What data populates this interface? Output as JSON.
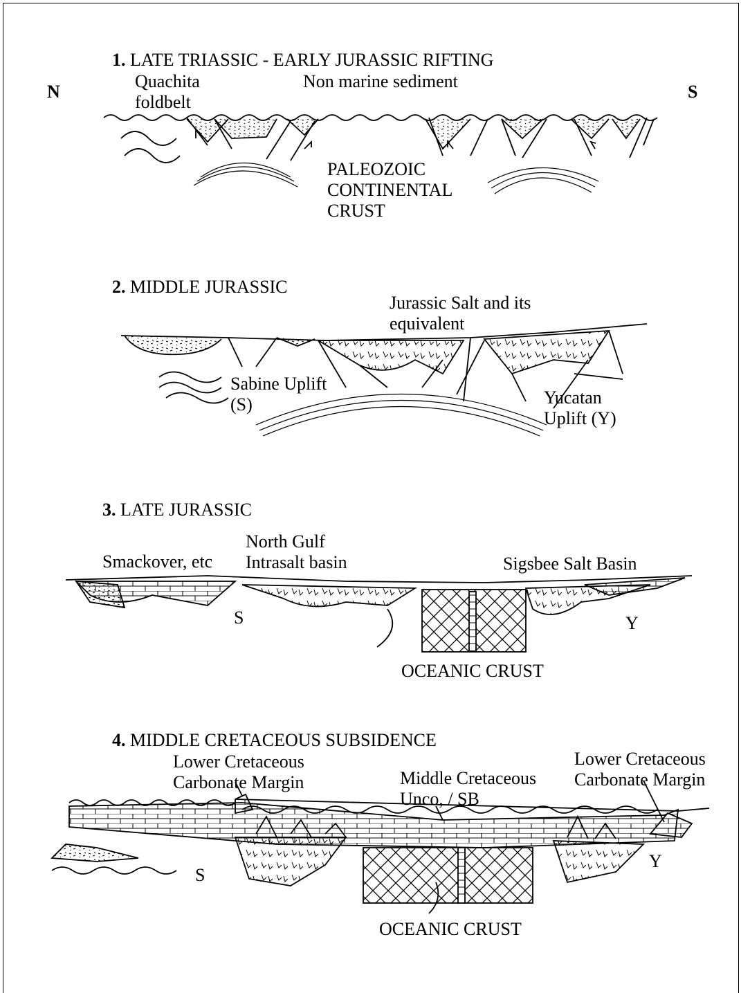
{
  "colors": {
    "ink": "#000000",
    "background": "#ffffff"
  },
  "compass": {
    "north": "N",
    "south": "S"
  },
  "panels": [
    {
      "number": "1.",
      "title": "LATE TRIASSIC - EARLY JURASSIC RIFTING",
      "labels": {
        "quachita": "Quachita\nfoldbelt",
        "nonmarine": "Non marine sediment",
        "crust": "PALEOZOIC\nCONTINENTAL\nCRUST"
      }
    },
    {
      "number": "2.",
      "title": "MIDDLE JURASSIC",
      "labels": {
        "salt": "Jurassic Salt and its\nequivalent",
        "sabine": "Sabine Uplift\n(S)",
        "yucatan": "Yucatan\nUplift (Y)"
      }
    },
    {
      "number": "3.",
      "title": "LATE JURASSIC",
      "labels": {
        "smackover": "Smackover, etc",
        "northgulf": "North Gulf\nIntrasalt basin",
        "sigsbee": "Sigsbee Salt Basin",
        "s": "S",
        "y": "Y",
        "oceanic": "OCEANIC CRUST"
      }
    },
    {
      "number": "4.",
      "title": "MIDDLE CRETACEOUS SUBSIDENCE",
      "labels": {
        "lowerleft": "Lower Cretaceous\nCarbonate Margin",
        "middle": "Middle Cretaceous\nUnco, / SB",
        "lowerright": "Lower Cretaceous\nCarbonate Margin",
        "s": "S",
        "y": "Y",
        "oceanic": "OCEANIC CRUST"
      }
    }
  ]
}
